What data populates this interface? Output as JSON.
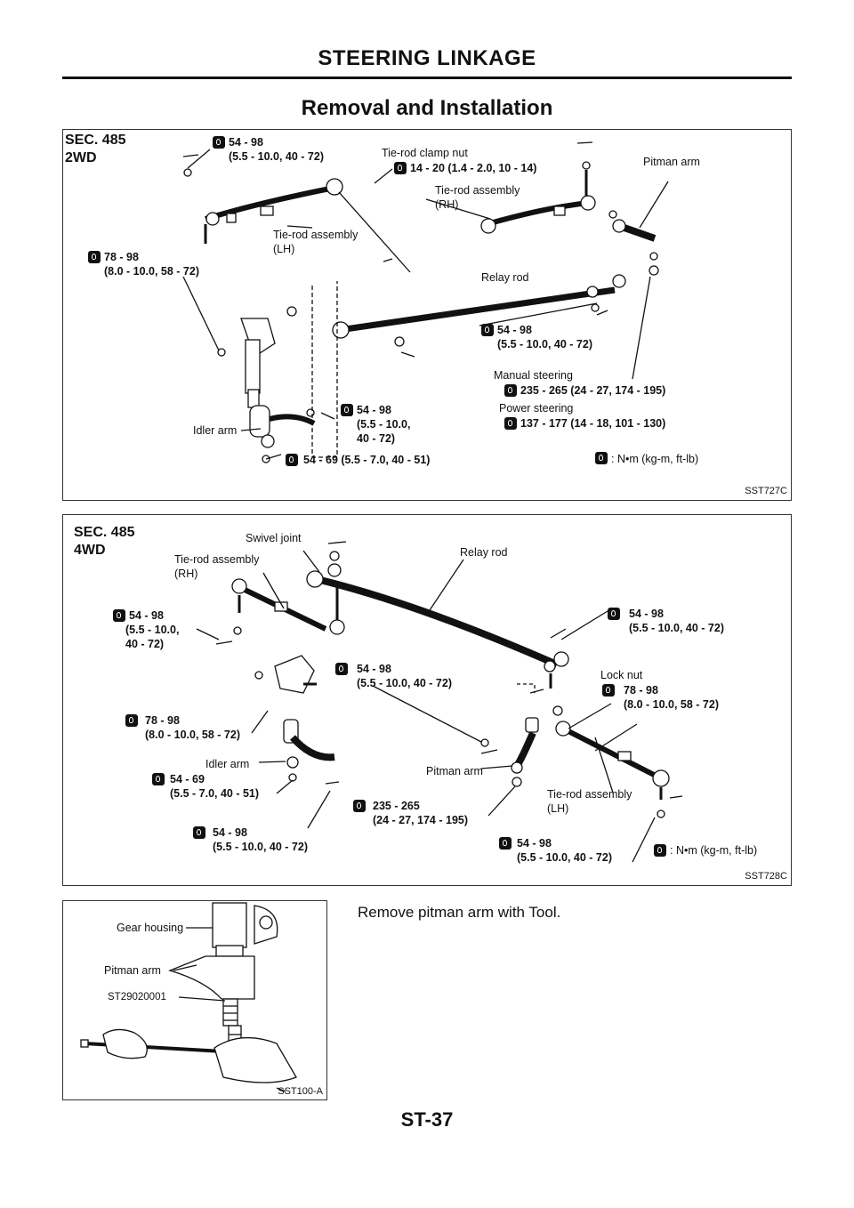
{
  "header": {
    "title": "STEERING LINKAGE"
  },
  "section": {
    "title": "Removal and Installation"
  },
  "fig1": {
    "sec": "SEC. 485",
    "variant": "2WD",
    "code": "SST727C",
    "labels": {
      "tq_top_1": "54 - 98",
      "tq_top_2": "(5.5 - 10.0, 40 - 72)",
      "clamp_nut": "Tie-rod clamp nut",
      "clamp_tq": "14 - 20 (1.4 - 2.0, 10 - 14)",
      "tierod_rh_1": "Tie-rod assembly",
      "tierod_rh_2": "(RH)",
      "pitman": "Pitman arm",
      "tierod_lh_1": "Tie-rod assembly",
      "tierod_lh_2": "(LH)",
      "tq_left_1": "78 - 98",
      "tq_left_2": "(8.0 - 10.0, 58 - 72)",
      "relay": "Relay rod",
      "tq_mid_1": "54 - 98",
      "tq_mid_2": "(5.5 - 10.0, 40 - 72)",
      "manual": "Manual steering",
      "manual_tq": "235 - 265 (24 - 27, 174 - 195)",
      "tq_idler_1": "54 - 98",
      "tq_idler_2": "(5.5 - 10.0,",
      "tq_idler_3": "40 - 72)",
      "power": "Power steering",
      "power_tq": "137 - 177 (14 - 18, 101 - 130)",
      "idler": "Idler arm",
      "tq_bottom": "54 - 69 (5.5 - 7.0, 40 - 51)",
      "legend": ": N•m (kg-m, ft-lb)"
    }
  },
  "fig2": {
    "sec": "SEC. 485",
    "variant": "4WD",
    "code": "SST728C",
    "labels": {
      "swivel": "Swivel joint",
      "tierod_rh_1": "Tie-rod assembly",
      "tierod_rh_2": "(RH)",
      "relay": "Relay rod",
      "tq_a_1": "54 - 98",
      "tq_a_2": "(5.5 - 10.0,",
      "tq_a_3": "40 - 72)",
      "tq_b_1": "54 - 98",
      "tq_b_2": "(5.5 - 10.0, 40 - 72)",
      "tq_c_1": "54 - 98",
      "tq_c_2": "(5.5 - 10.0, 40 - 72)",
      "locknut": "Lock nut",
      "tq_d_1": "78 - 98",
      "tq_d_2": "(8.0 - 10.0, 58 - 72)",
      "tq_e_1": "78 - 98",
      "tq_e_2": "(8.0 - 10.0, 58 - 72)",
      "idler": "Idler arm",
      "pitman": "Pitman arm",
      "tq_f_1": "54 - 69",
      "tq_f_2": "(5.5 - 7.0, 40 - 51)",
      "tq_g_1": "235 - 265",
      "tq_g_2": "(24 - 27, 174 - 195)",
      "tierod_lh_1": "Tie-rod assembly",
      "tierod_lh_2": "(LH)",
      "tq_h_1": "54 - 98",
      "tq_h_2": "(5.5 - 10.0, 40 - 72)",
      "tq_i_1": "54 - 98",
      "tq_i_2": "(5.5 - 10.0, 40 - 72)",
      "legend": ": N•m (kg-m, ft-lb)"
    }
  },
  "fig3": {
    "code": "SST100-A",
    "labels": {
      "gear_housing": "Gear housing",
      "pitman": "Pitman arm",
      "tool": "ST29020001"
    }
  },
  "instruction": "Remove pitman arm with Tool.",
  "footer": {
    "page": "ST-37"
  }
}
